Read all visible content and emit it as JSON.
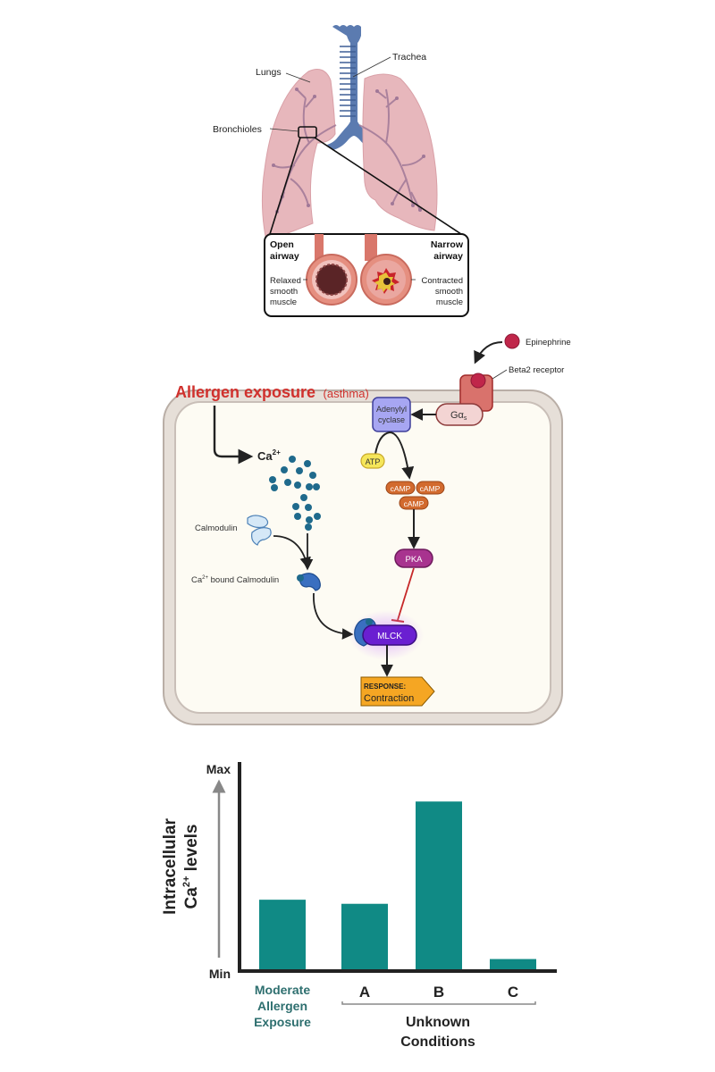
{
  "lungs_panel": {
    "labels": {
      "trachea": "Trachea",
      "lungs": "Lungs",
      "bronchioles": "Bronchioles"
    },
    "inset": {
      "open_title_1": "Open",
      "open_title_2": "airway",
      "narrow_title_1": "Narrow",
      "narrow_title_2": "airway",
      "relaxed_1": "Relaxed",
      "relaxed_2": "smooth",
      "relaxed_3": "muscle",
      "contracted_1": "Contracted",
      "contracted_2": "smooth",
      "contracted_3": "muscle"
    }
  },
  "pathway_panel": {
    "title_main": "Allergen exposure",
    "title_sub": "(asthma)",
    "epinephrine": "Epinephrine",
    "beta2_receptor": "Beta2 receptor",
    "gas_main": "Gα",
    "gas_sub": "s",
    "adenylyl_1": "Adenylyl",
    "adenylyl_2": "cyclase",
    "atp": "ATP",
    "camp": "cAMP",
    "pka": "PKA",
    "ca_main": "Ca",
    "ca_sup": "2+",
    "calmodulin": "Calmodulin",
    "ca_bound_sup": "2+",
    "ca_bound_pre": "Ca",
    "ca_bound_post": " bound Calmodulin",
    "mlck": "MLCK",
    "response_1": "RESPONSE:",
    "response_2": "Contraction",
    "colors": {
      "allergen_red": "#d0312d",
      "cell_fill": "#fdfbf3",
      "membrane": "#c9bfb8",
      "adenylyl": "#a7a6f2",
      "camp": "#d26a2e",
      "pka": "#a8338f",
      "mlck": "#6a1fd1",
      "ca_ion": "#1f6a8c",
      "response": "#f5a623"
    }
  },
  "chart_data": {
    "type": "bar",
    "title": "",
    "ylabel_line1": "Intracellular",
    "ylabel_line2_pre": "Ca",
    "ylabel_line2_sup": "2+",
    "ylabel_line2_post": " levels",
    "ytick_max": "Max",
    "ytick_min": "Min",
    "ylim": [
      0,
      100
    ],
    "categories": [
      "Moderate Allergen Exposure",
      "A",
      "B",
      "C"
    ],
    "category_lines": [
      [
        "Moderate",
        "Allergen",
        "Exposure"
      ],
      [
        "A"
      ],
      [
        "B"
      ],
      [
        "C"
      ]
    ],
    "values": [
      34,
      32,
      82,
      5
    ],
    "group_label_line1": "Unknown",
    "group_label_line2": "Conditions",
    "bar_color": "#108a85",
    "reference_label_color": "#2e6f6f",
    "grid": false
  }
}
